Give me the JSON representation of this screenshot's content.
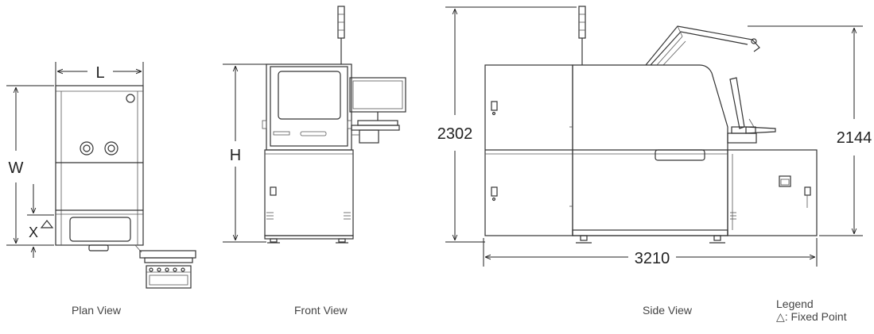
{
  "views": {
    "plan": {
      "caption": "Plan View",
      "dim_length": "L",
      "dim_width": "W",
      "dim_offset": "X"
    },
    "front": {
      "caption": "Front View",
      "dim_height": "H"
    },
    "side": {
      "caption": "Side View",
      "dim_total_height": "2302",
      "dim_height": "2144",
      "dim_length": "3210"
    }
  },
  "legend": {
    "title": "Legend",
    "fixed_point_symbol": "△",
    "fixed_point_label": ": Fixed Point"
  }
}
